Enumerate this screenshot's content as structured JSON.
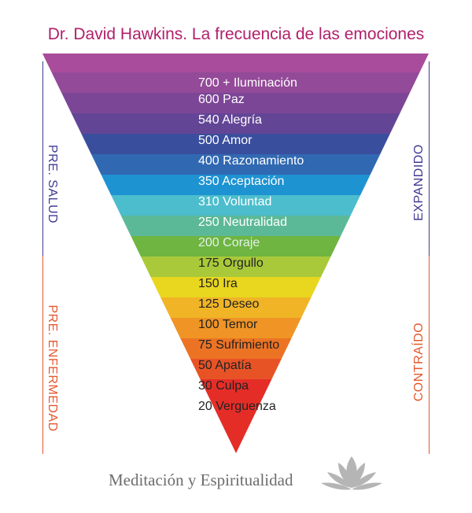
{
  "title": "Dr. David Hawkins. La frecuencia de las emociones",
  "levels": [
    {
      "label": "700 + Iluminación",
      "color": "#a84c9b",
      "text_color": "#ffffff"
    },
    {
      "label": "600 Paz",
      "color": "#934a98",
      "text_color": "#ffffff"
    },
    {
      "label": "540 Alegría",
      "color": "#7c4696",
      "text_color": "#ffffff"
    },
    {
      "label": "500 Amor",
      "color": "#634596",
      "text_color": "#ffffff"
    },
    {
      "label": "400 Razonamiento",
      "color": "#3a4e9e",
      "text_color": "#ffffff"
    },
    {
      "label": "350 Aceptación",
      "color": "#3168b2",
      "text_color": "#ffffff"
    },
    {
      "label": "310 Voluntad",
      "color": "#1e93d2",
      "text_color": "#ffffff"
    },
    {
      "label": "250 Neutralidad",
      "color": "#4cbdcc",
      "text_color": "#ffffff"
    },
    {
      "label": "200 Coraje",
      "color": "#5cb998",
      "text_color": "#e2f1ea"
    },
    {
      "label": "175 Orgullo",
      "color": "#6fb541",
      "text_color": "#222222"
    },
    {
      "label": "150 Ira",
      "color": "#a9c93a",
      "text_color": "#222222"
    },
    {
      "label": "125 Deseo",
      "color": "#e8d61f",
      "text_color": "#222222"
    },
    {
      "label": "100 Temor",
      "color": "#f0b426",
      "text_color": "#222222"
    },
    {
      "label": "75 Sufrimiento",
      "color": "#ef9425",
      "text_color": "#222222"
    },
    {
      "label": "50 Apatía",
      "color": "#ec7324",
      "text_color": "#222222"
    },
    {
      "label": "30 Culpa",
      "color": "#e85326",
      "text_color": "#222222"
    },
    {
      "label": "20 Verguenza",
      "color": "#e52d27",
      "text_color": "#222222"
    }
  ],
  "left_labels": {
    "top": "PRE. SALUD",
    "bottom": "PRE. ENFERMEDAD"
  },
  "right_labels": {
    "top": "EXPANDIDO",
    "bottom": "CONTRAÍDO"
  },
  "colors": {
    "title": "#b01f6a",
    "expanded": "#3e3a92",
    "contracted": "#e4572e",
    "footer": "#6d6d6d",
    "lotus": "#a9a9a9"
  },
  "footer": "Meditación y Espiritualidad",
  "logo_icon": "lotus-icon"
}
